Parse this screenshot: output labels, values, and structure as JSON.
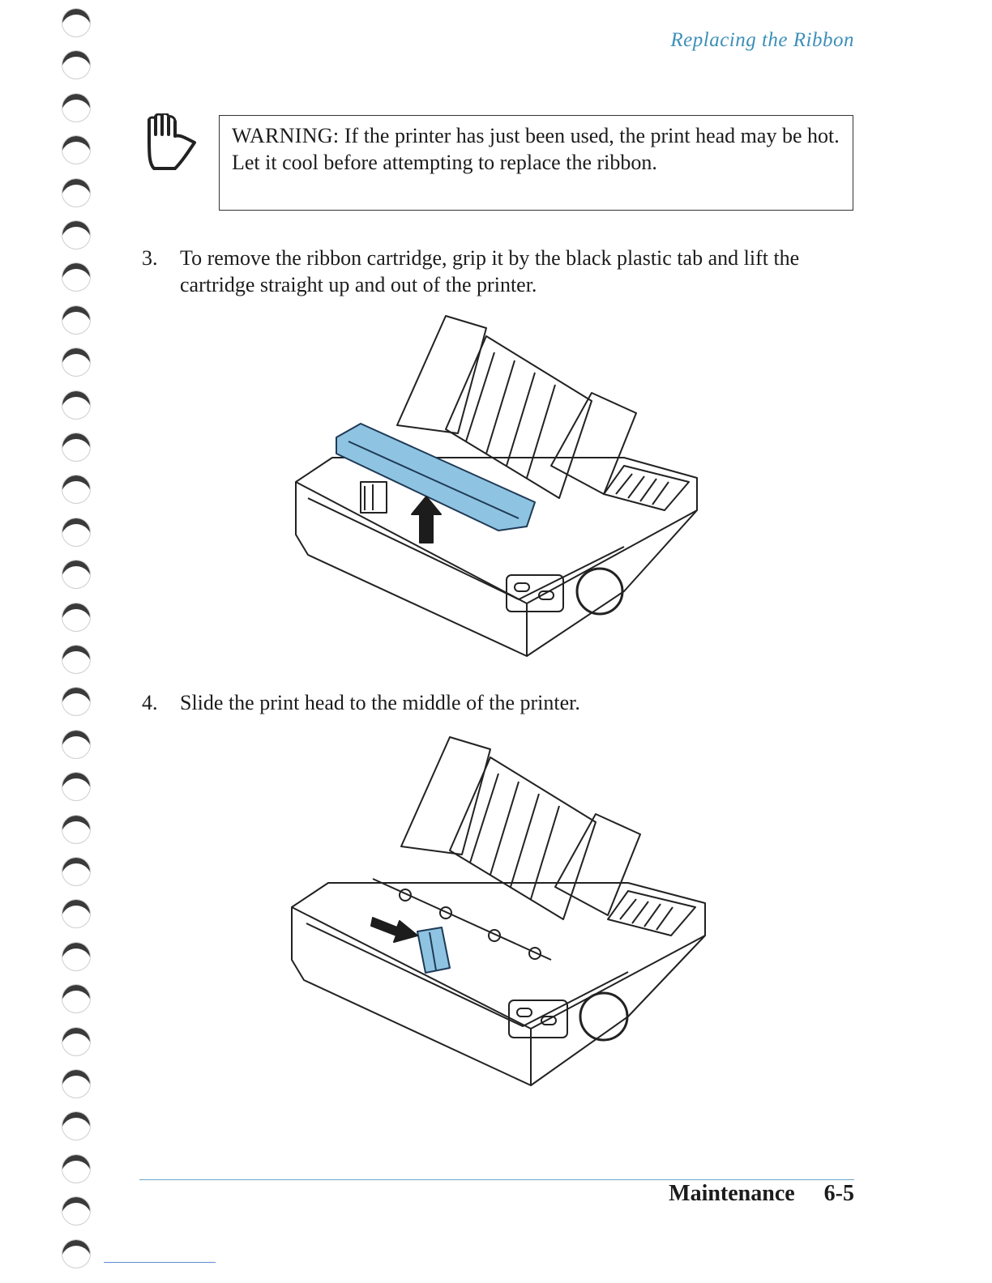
{
  "header": {
    "running_title": "Replacing the Ribbon"
  },
  "warning": {
    "label": "WARNING:",
    "text": " If the printer has just been used, the print head may be hot. Let it cool before attempting to replace the ribbon."
  },
  "steps": [
    {
      "number": "3.",
      "text": "To remove the ribbon cartridge, grip it by the black plastic tab and lift the cartridge straight up and out of the printer."
    },
    {
      "number": "4.",
      "text": "Slide the print head to the middle of the printer."
    }
  ],
  "figures": [
    {
      "icon": "printer-ribbon-removal-illustration",
      "highlight_color": "#8ec4e2"
    },
    {
      "icon": "printer-print-head-slide-illustration",
      "highlight_color": "#8ec4e2"
    }
  ],
  "footer": {
    "section": "Maintenance",
    "page": "6-5"
  },
  "colors": {
    "accent": "#3d8fb8",
    "text": "#1c1c1c",
    "highlight": "#8ec4e2"
  }
}
